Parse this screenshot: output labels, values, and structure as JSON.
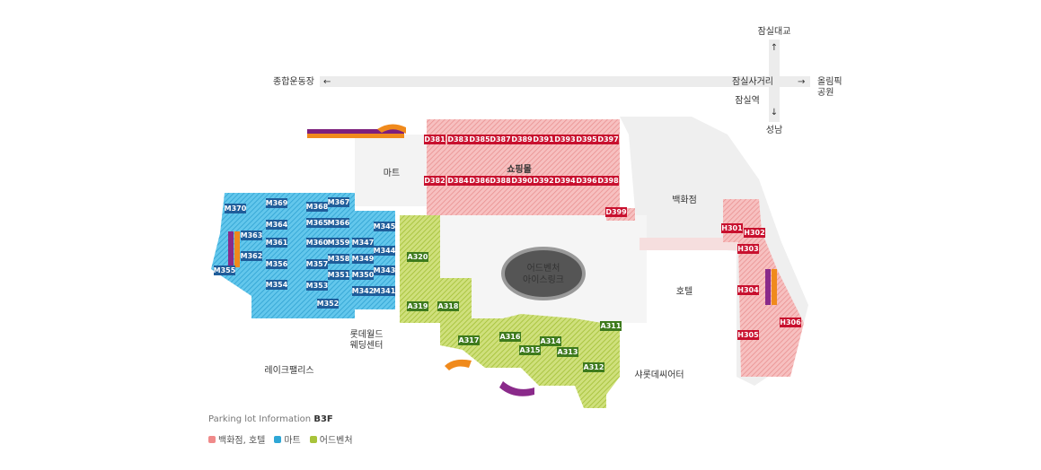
{
  "compass": {
    "north": "잠실대교",
    "west": "종합운동장",
    "center": "잠실사거리",
    "station": "잠실역",
    "south": "성남",
    "east": "올림픽\n공원"
  },
  "areas": {
    "mart": "마트",
    "shopping_mall": "쇼핑몰",
    "department_store": "백화점",
    "hotel": "호텔",
    "ice_rink_line1": "어드벤처",
    "ice_rink_line2": "아이스링크",
    "wedding_line1": "롯데월드",
    "wedding_line2": "웨딩센터",
    "lake": "레이크팰리스",
    "charlotte": "샤롯데씨어터"
  },
  "zones": {
    "D": [
      "D381",
      "D383",
      "D385",
      "D387",
      "D389",
      "D391",
      "D393",
      "D395",
      "D397",
      "D382",
      "D384",
      "D386",
      "D388",
      "D390",
      "D392",
      "D394",
      "D396",
      "D398",
      "D399"
    ],
    "M": [
      "M370",
      "M369",
      "M368",
      "M367",
      "M366",
      "M365",
      "M364",
      "M363",
      "M362",
      "M361",
      "M360",
      "M359",
      "M358",
      "M357",
      "M356",
      "M355",
      "M354",
      "M353",
      "M352",
      "M351",
      "M350",
      "M349",
      "M347",
      "M345",
      "M344",
      "M343",
      "M342",
      "M341"
    ],
    "A": [
      "A320",
      "A319",
      "A318",
      "A317",
      "A316",
      "A315",
      "A314",
      "A313",
      "A312",
      "A311"
    ],
    "H": [
      "H301",
      "H302",
      "H303",
      "H304",
      "H305",
      "H306"
    ]
  },
  "info": {
    "prefix": "Parking lot Information",
    "floor": "B3F"
  },
  "legend": [
    {
      "label": "백화점, 호텔",
      "color": "#f08a8a"
    },
    {
      "label": "마트",
      "color": "#2fa7d6"
    },
    {
      "label": "어드벤처",
      "color": "#a8c33a"
    }
  ],
  "colors": {
    "dept": "#f6b3b3",
    "dept_tag": "#c8102e",
    "mart": "#5cc4ea",
    "mart_tag": "#1f5d9a",
    "adv": "#c2d86a",
    "adv_tag": "#3d7a1c"
  }
}
